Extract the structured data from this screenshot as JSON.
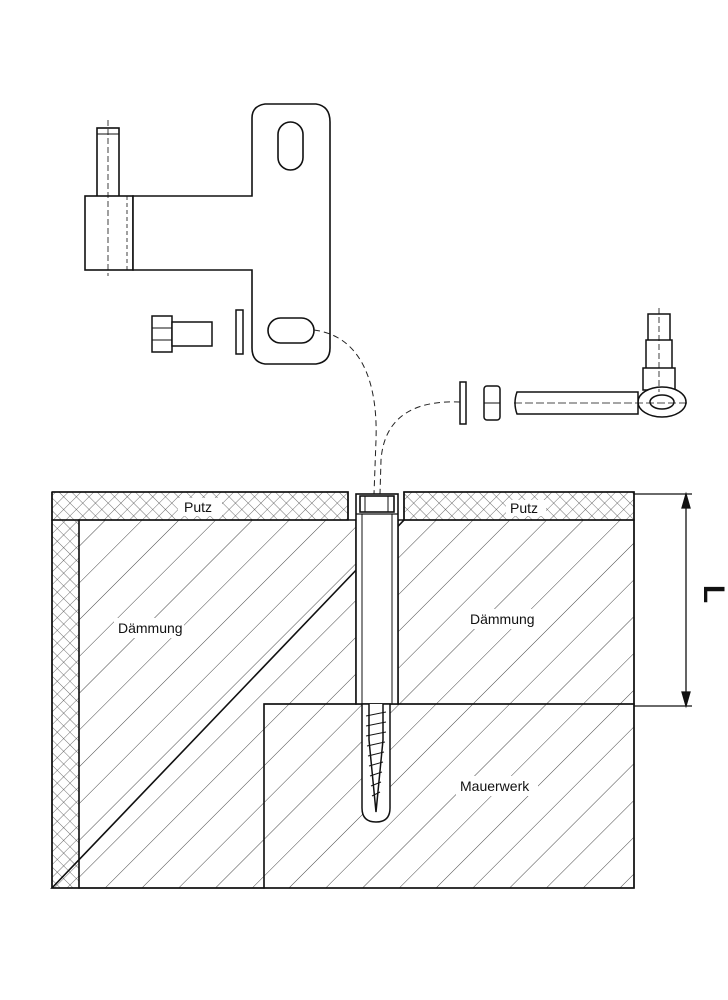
{
  "labels": {
    "putz_left": "Putz",
    "putz_right": "Putz",
    "daemmung_left": "Dämmung",
    "daemmung_right": "Dämmung",
    "mauerwerk": "Mauerwerk",
    "dimension": "L"
  },
  "colors": {
    "line": "#111111",
    "background": "#ffffff"
  }
}
